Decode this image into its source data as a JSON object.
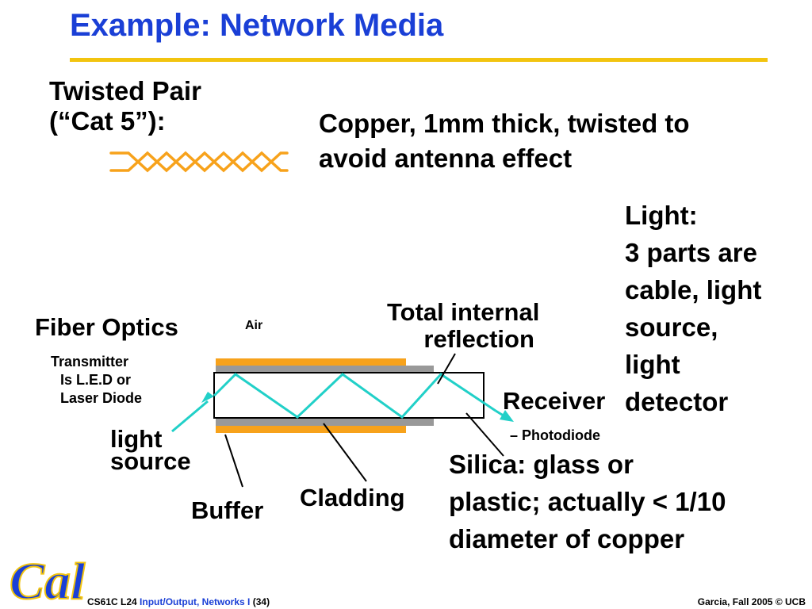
{
  "slide": {
    "title": "Example: Network Media",
    "twisted_pair": {
      "line1": "Twisted Pair",
      "line2": "(“Cat 5”):",
      "description_line1": "Copper, 1mm thick, twisted to",
      "description_line2": "avoid antenna effect"
    },
    "light": {
      "lines": [
        "Light:",
        "3 parts are",
        "cable, light",
        "source,",
        "light",
        "detector"
      ]
    },
    "fiber": {
      "heading": "Fiber Optics",
      "air_label": "Air",
      "tir_line1": "Total internal",
      "tir_line2": "reflection",
      "transmitter_line1": "Transmitter",
      "transmitter_line2": "Is L.E.D or",
      "transmitter_line3": "Laser Diode",
      "receiver": "Receiver",
      "photodiode": "– Photodiode",
      "light_source_line1": "light",
      "light_source_line2": "source",
      "buffer": "Buffer",
      "cladding": "Cladding",
      "silica_line1": "Silica: glass or",
      "silica_line2": "plastic; actually < 1/10",
      "silica_line3": "diameter of copper"
    },
    "footer": {
      "course": "CS61C L24",
      "topic": "Input/Output, Networks I",
      "page": "(34)",
      "credit": "Garcia, Fall 2005 © UCB"
    },
    "logo": {
      "text": "Cal"
    },
    "colors": {
      "title": "#1a3fd6",
      "rule": "#f2c40f",
      "orange": "#f7a21b",
      "gray": "#999999",
      "cyan": "#21d0c8",
      "logo": "#1a3fd6",
      "logo_outline": "#f2c40f"
    }
  }
}
